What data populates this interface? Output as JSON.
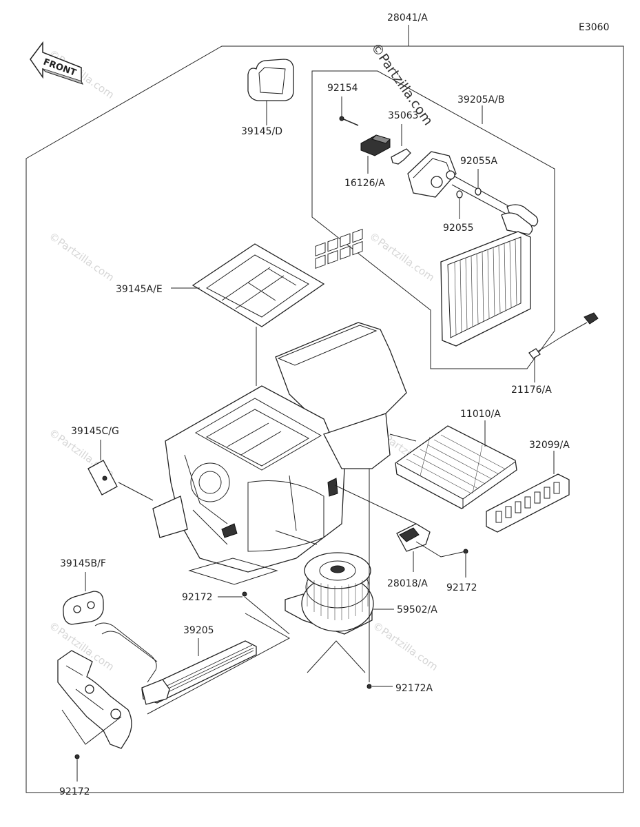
{
  "diagram_code": "E3060",
  "front_label": "FRONT",
  "watermark": "©Partzilla.com",
  "parts": {
    "assembly": "28041/A",
    "gasket_d": "39145/D",
    "evaporator": "39205A/B",
    "screw_92154": "92154",
    "clip_35063": "35063",
    "sensor_16126": "16126/A",
    "oring_92055a": "92055A",
    "oring_92055": "92055",
    "filter_seal": "39145A/E",
    "thermistor": "21176/A",
    "cabin_filter": "11010/A",
    "filter_cover": "32099/A",
    "seal_cg": "39145C/G",
    "resistor": "28018/A",
    "screw_92172_right": "92172",
    "screw_92172_center": "92172",
    "seal_bf": "39145B/F",
    "heater_core": "39205",
    "blower_motor": "59502/A",
    "screw_92172a": "92172A",
    "screw_92172_bottom": "92172"
  }
}
